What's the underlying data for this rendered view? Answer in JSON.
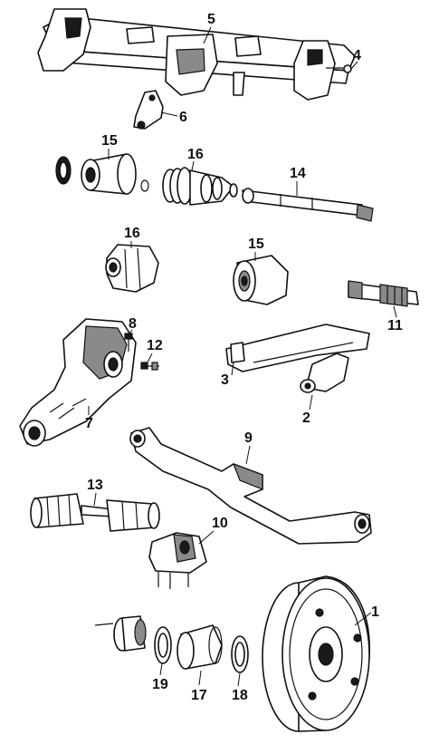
{
  "callouts": {
    "c1": "1",
    "c2": "2",
    "c3": "3",
    "c4": "4",
    "c5": "5",
    "c6": "6",
    "c7": "7",
    "c8": "8",
    "c9": "9",
    "c10": "10",
    "c11": "11",
    "c12": "12",
    "c13": "13",
    "c14": "14",
    "c15a": "15",
    "c15b": "15",
    "c16a": "16",
    "c16b": "16",
    "c17": "17",
    "c18": "18",
    "c19": "19"
  }
}
